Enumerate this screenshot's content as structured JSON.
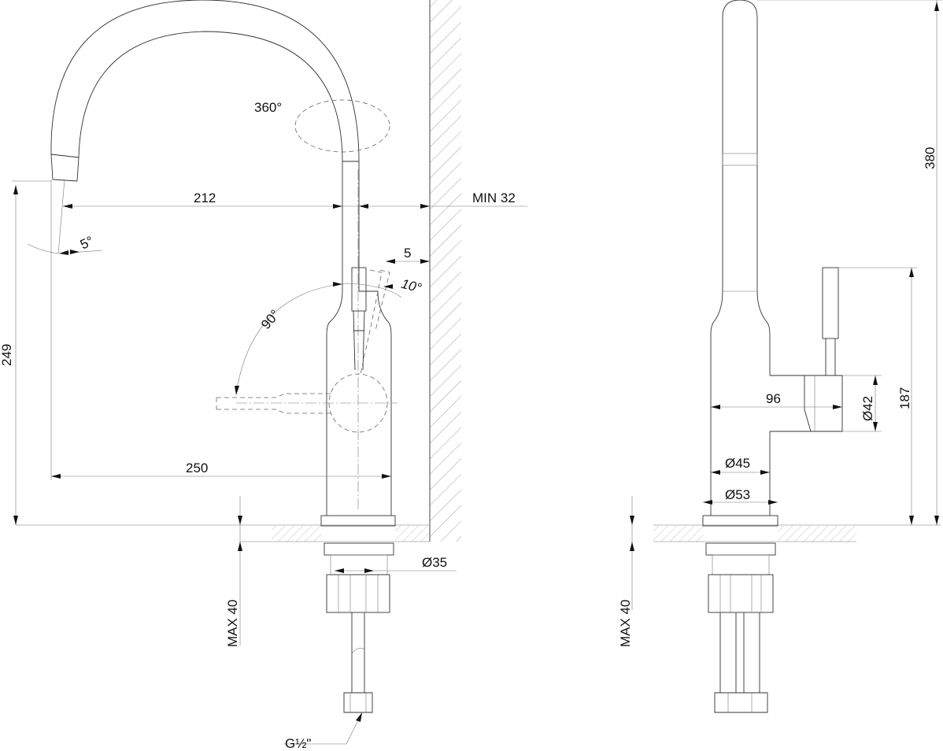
{
  "front_view": {
    "swivel_label": "360°",
    "spout_reach_label": "212",
    "wall_distance_label": "MIN 32",
    "spout_angle_label": "5°",
    "lever_offset_label": "5",
    "lever_tilt_label": "10°",
    "lever_rotation_label": "90°",
    "spout_height_label": "249",
    "overall_reach_label": "250",
    "shank_diameter_label": "Ø35",
    "deck_thickness_label": "MAX 40",
    "connection_label": "G½\""
  },
  "side_view": {
    "overall_height_label": "380",
    "handle_depth_label": "96",
    "handle_diameter_label": "Ø42",
    "handle_height_label": "187",
    "body_diameter_label": "Ø45",
    "base_diameter_label": "Ø53",
    "deck_thickness_label": "MAX 40"
  }
}
